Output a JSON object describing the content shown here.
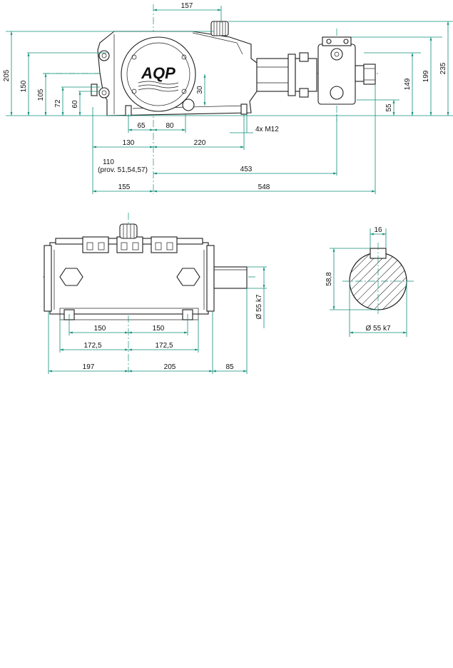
{
  "logo": {
    "text": "AQP"
  },
  "side_view": {
    "dims_top": [
      "157"
    ],
    "dims_left": [
      "205",
      "150",
      "105",
      "72",
      "60"
    ],
    "dims_right": [
      "235",
      "199",
      "149",
      "55"
    ],
    "dims_inner": [
      "30"
    ],
    "dims_bottom": [
      "65",
      "80",
      "130",
      "220",
      "110",
      "(prov. 51,54,57)",
      "453",
      "155",
      "548"
    ],
    "bolt_note": "4x M12"
  },
  "top_view": {
    "dims_bottom": [
      "150",
      "150",
      "172,5",
      "172,5",
      "197",
      "205",
      "85"
    ],
    "shaft_dim": "Ø 55  k7"
  },
  "shaft_section": {
    "key_width": "16",
    "key_height": "58,8",
    "diameter": "Ø 55  k7"
  },
  "colors": {
    "dimension": "#0f8f7a",
    "outline": "#1c1c1c",
    "background": "#ffffff"
  }
}
